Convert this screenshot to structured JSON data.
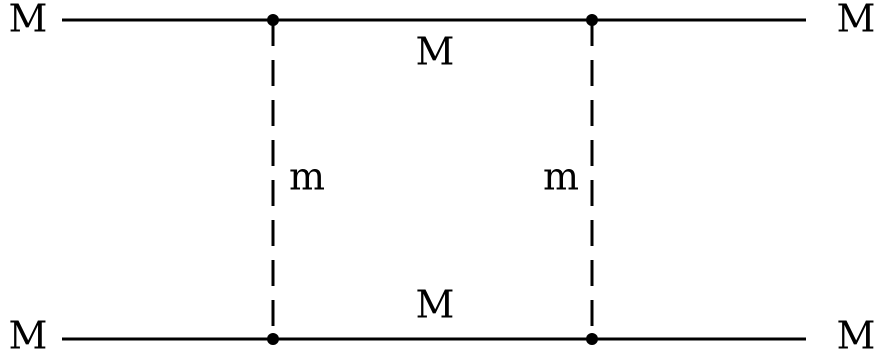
{
  "diagram": {
    "external_legs": {
      "top_left": "M",
      "top_right": "M",
      "bottom_left": "M",
      "bottom_right": "M"
    },
    "internal_lines": {
      "top": "M",
      "bottom": "M",
      "left_vertical": "m",
      "right_vertical": "m"
    },
    "colors": {
      "line": "#000000",
      "background": "#ffffff"
    }
  }
}
